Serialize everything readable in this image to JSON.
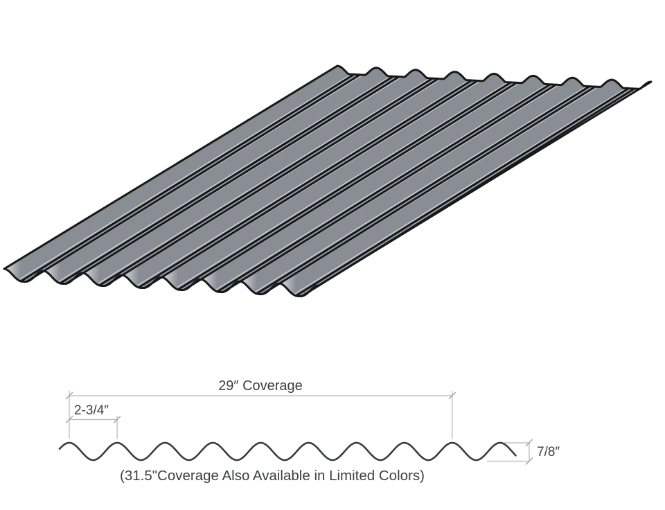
{
  "illustration": {
    "name": "corrugated-metal-panel-isometric",
    "corrugation_count": 8,
    "colors": {
      "line": "#17181a",
      "panel_base": "#9da2a8",
      "band_edge": "#888e94",
      "band_light": "#c3c8cc",
      "band_lightest": "#cfd3d7",
      "band_mid": "#aeb3b8",
      "sheen": "#dde1e4",
      "wave": "#3a3d40",
      "dim_line": "#b5b5b5",
      "tick": "#a2a2a2",
      "text": "#3d3f41"
    }
  },
  "dimension_diagram": {
    "coverage_label": "29″ Coverage",
    "pitch_label": "2-3/4″",
    "depth_label": "7/8″",
    "note": "(31.5\"Coverage Also Available in Limited Colors)"
  }
}
